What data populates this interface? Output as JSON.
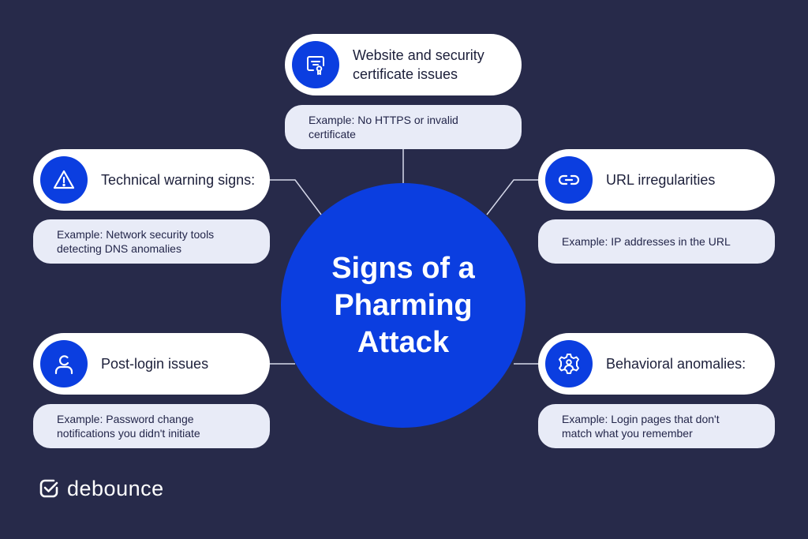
{
  "center": {
    "title": "Signs of a Pharming Attack"
  },
  "signs": [
    {
      "label": "Website and security certificate issues",
      "example": "Example: No HTTPS or invalid certificate",
      "icon": "certificate-icon"
    },
    {
      "label": "Technical warning signs:",
      "example": "Example: Network security tools detecting DNS anomalies",
      "icon": "warning-icon"
    },
    {
      "label": "URL irregularities",
      "example": "Example: IP addresses in the URL",
      "icon": "link-icon"
    },
    {
      "label": "Post-login issues",
      "example": "Example: Password change notifications you didn't initiate",
      "icon": "user-icon"
    },
    {
      "label": "Behavioral anomalies:",
      "example": "Example: Login pages that don't match what you remember",
      "icon": "gear-user-icon"
    }
  ],
  "brand": {
    "name": "debounce",
    "logo_icon": "checkbox-logo-icon"
  },
  "colors": {
    "background": "#272a4a",
    "accent": "#0b3ee0",
    "pill": "#ffffff",
    "example_box": "#e8ebf7"
  }
}
